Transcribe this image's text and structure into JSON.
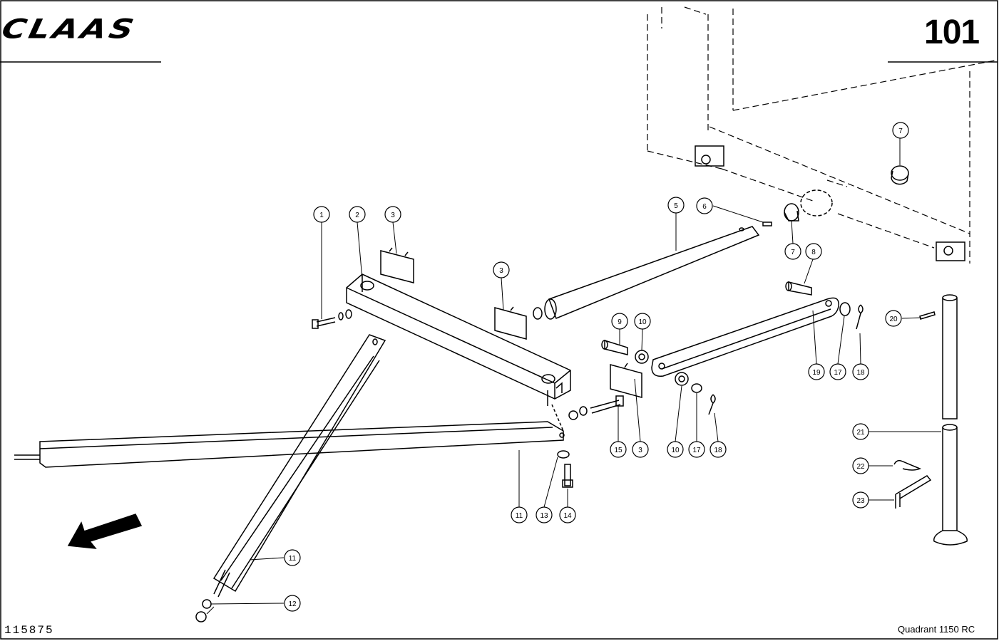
{
  "header": {
    "brand": "CLAAS",
    "page_number": "101"
  },
  "footer": {
    "document_number": "115875",
    "model": "Quadrant 1150 RC"
  },
  "callouts": [
    "1",
    "2",
    "3",
    "3",
    "5",
    "6",
    "7",
    "7",
    "8",
    "9",
    "10",
    "3",
    "15",
    "10",
    "17",
    "18",
    "19",
    "17",
    "18",
    "20",
    "21",
    "22",
    "23",
    "11",
    "13",
    "14",
    "11",
    "12"
  ],
  "colors": {
    "ink": "#000000",
    "paper": "#ffffff"
  }
}
